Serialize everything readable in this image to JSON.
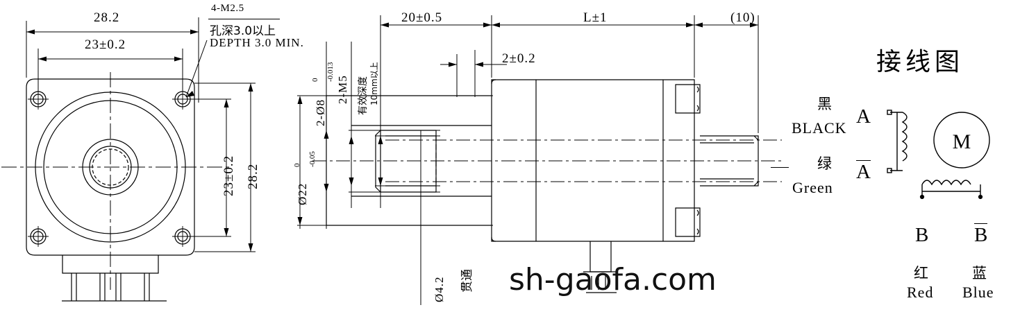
{
  "drawing": {
    "title": "stepper-motor-dimension-drawing",
    "watermark": "sh-gaofa.com"
  },
  "front_view": {
    "dim_outer_width": "28.2",
    "dim_bolt_pitch_h": "23±0.2",
    "dim_bolt_pitch_v": "23±0.2",
    "dim_outer_height": "28.2",
    "note_thread": "4-M2.5",
    "note_depth_cn": "孔深3.0以上",
    "note_depth_en": "DEPTH 3.0 MIN."
  },
  "side_view": {
    "dim_front_len": "20±0.5",
    "dim_body_len": "L±1",
    "dim_shaft_rear": "(10)",
    "dim_step": "2±0.2",
    "label_bore": "2-Ø8",
    "label_bore_tol_upper": "0",
    "label_bore_tol_lower": "-0.013",
    "label_thread": "2-M5",
    "label_thread_note_cn": "有效深度",
    "label_thread_note_depth": "10mm以上",
    "label_pilot": "Ø22",
    "label_pilot_tol_upper": "0",
    "label_pilot_tol_lower": "-0.05",
    "label_hole": "Ø4.2",
    "label_hole_note": "贯通"
  },
  "wiring": {
    "title": "接线图",
    "motor_symbol": "M",
    "terminals": [
      {
        "id": "A",
        "overline": false,
        "color_cn": "黑",
        "color_en": "BLACK"
      },
      {
        "id": "A",
        "overline": true,
        "color_cn": "绿",
        "color_en": "Green"
      },
      {
        "id": "B",
        "overline": false,
        "color_cn": "红",
        "color_en": "Red"
      },
      {
        "id": "B",
        "overline": true,
        "color_cn": "蓝",
        "color_en": "Blue"
      }
    ]
  },
  "colors": {
    "line": "#000000",
    "background": "#ffffff"
  }
}
